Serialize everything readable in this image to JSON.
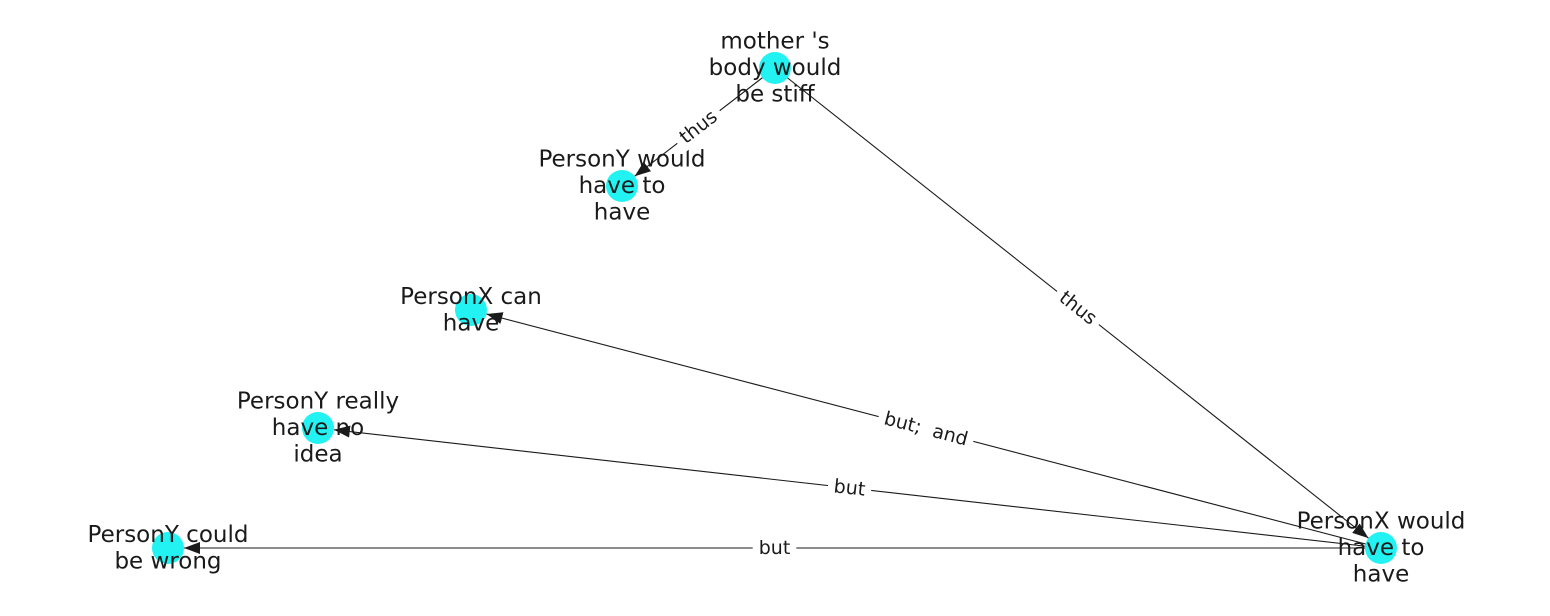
{
  "colors": {
    "node_fill": "#22f2f2",
    "edge": "#1a1a1a",
    "text": "#1a1a1a",
    "background": "#ffffff"
  },
  "graph": {
    "nodes": [
      {
        "id": "n_mother",
        "lines": [
          "mother 's",
          "body would",
          "be stiff"
        ]
      },
      {
        "id": "n_y_have_to",
        "lines": [
          "PersonY would",
          "have to",
          "have"
        ]
      },
      {
        "id": "n_x_can",
        "lines": [
          "PersonX can",
          "have"
        ]
      },
      {
        "id": "n_y_really",
        "lines": [
          "PersonY really",
          "have no",
          "idea"
        ]
      },
      {
        "id": "n_y_wrong",
        "lines": [
          "PersonY could",
          "be wrong"
        ]
      },
      {
        "id": "n_x_have_to",
        "lines": [
          "PersonX would",
          "have to",
          "have"
        ]
      }
    ],
    "edges": [
      {
        "id": "e1",
        "source": "n_mother",
        "target": "n_y_have_to",
        "label": "thus"
      },
      {
        "id": "e2",
        "source": "n_mother",
        "target": "n_x_have_to",
        "label": "thus"
      },
      {
        "id": "e3",
        "source": "n_x_have_to",
        "target": "n_x_can",
        "label": "but;  and"
      },
      {
        "id": "e4",
        "source": "n_x_have_to",
        "target": "n_y_really",
        "label": "but"
      },
      {
        "id": "e5",
        "source": "n_x_have_to",
        "target": "n_y_wrong",
        "label": "but"
      }
    ]
  }
}
